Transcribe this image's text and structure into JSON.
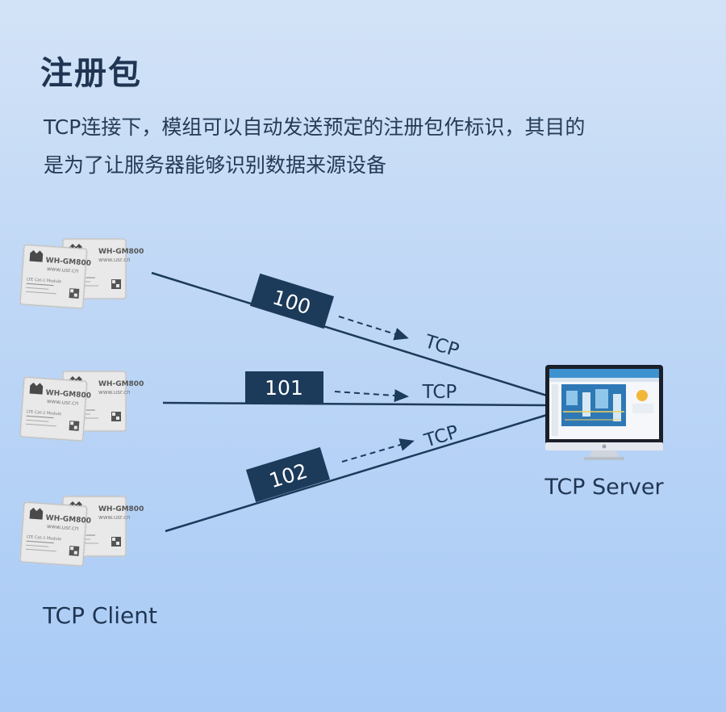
{
  "heading": {
    "title": "注册包"
  },
  "description": {
    "line1": "TCP连接下，模组可以自动发送预定的注册包作标识，其目的",
    "line2": "是为了让服务器能够识别数据来源设备"
  },
  "modules": [
    {
      "model": "WH-GM800",
      "site": "www.usr.cn",
      "subtitle": "LTE Cat-1 Module"
    },
    {
      "model": "WH-GM800",
      "site": "www.usr.cn",
      "subtitle": "LTE Cat-1 Module"
    },
    {
      "model": "WH-GM800",
      "site": "www.usr.cn",
      "subtitle": "LTE Cat-1 Module"
    }
  ],
  "packets": [
    {
      "id": "100",
      "protocol": "TCP"
    },
    {
      "id": "101",
      "protocol": "TCP"
    },
    {
      "id": "102",
      "protocol": "TCP"
    }
  ],
  "client_label": "TCP Client",
  "server_label": "TCP Server",
  "colors": {
    "navy": "#1c3a5a",
    "text": "#1f3552",
    "module": "#e6e6e6"
  }
}
